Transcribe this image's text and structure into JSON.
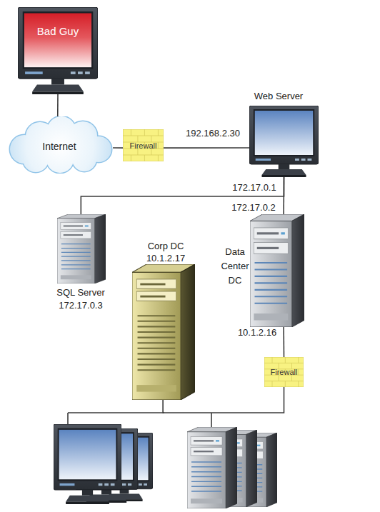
{
  "diagram": {
    "nodes": [
      {
        "text": [
          "Bad Guy"
        ]
      },
      {
        "text": [
          "Internet"
        ]
      },
      {
        "text": [
          "Firewall"
        ]
      },
      {
        "text": [
          "Web Server",
          "192.168.2.30",
          "172.17.0.1"
        ]
      },
      {
        "text": [
          "SQL Server",
          "172.17.0.3"
        ]
      },
      {
        "text": [
          "Corp DC",
          "10.1.2.17"
        ]
      },
      {
        "text": [
          "172.17.0.2",
          "Data Center DC",
          "10.1.2.16"
        ]
      },
      {
        "text": [
          "Firewall"
        ]
      }
    ],
    "edges": [
      {
        "from": 0,
        "to": 1,
        "arrow": "none"
      },
      {
        "from": 1,
        "to": 2,
        "arrow": "none"
      },
      {
        "from": 2,
        "to": 3,
        "arrow": "none"
      },
      {
        "from": 3,
        "to": 4,
        "arrow": "none"
      },
      {
        "from": 3,
        "to": 6,
        "arrow": "none"
      },
      {
        "from": 6,
        "to": 7,
        "arrow": "none"
      },
      {
        "from": 7,
        "to": 5,
        "arrow": "none"
      }
    ]
  }
}
